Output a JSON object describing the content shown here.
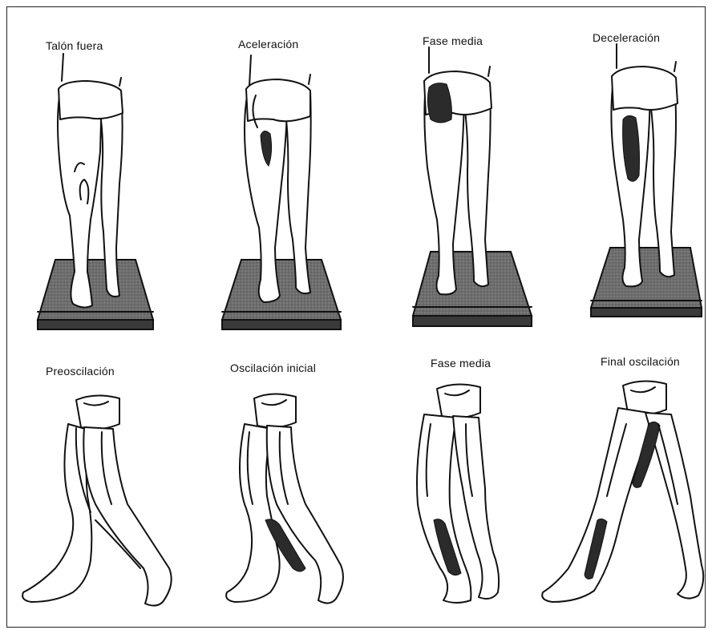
{
  "stance_phases": [
    {
      "label": "Talón fuera"
    },
    {
      "label": "Aceleración"
    },
    {
      "label": "Fase media"
    },
    {
      "label": "Deceleración"
    }
  ],
  "swing_phases": [
    {
      "label": "Preoscilación"
    },
    {
      "label": "Oscilación inicial"
    },
    {
      "label": "Fase media"
    },
    {
      "label": "Final oscilación"
    }
  ],
  "colors": {
    "outline": "#111111",
    "muscle_highlight": "#2b2b2b",
    "plate": "#6d6d6d"
  }
}
